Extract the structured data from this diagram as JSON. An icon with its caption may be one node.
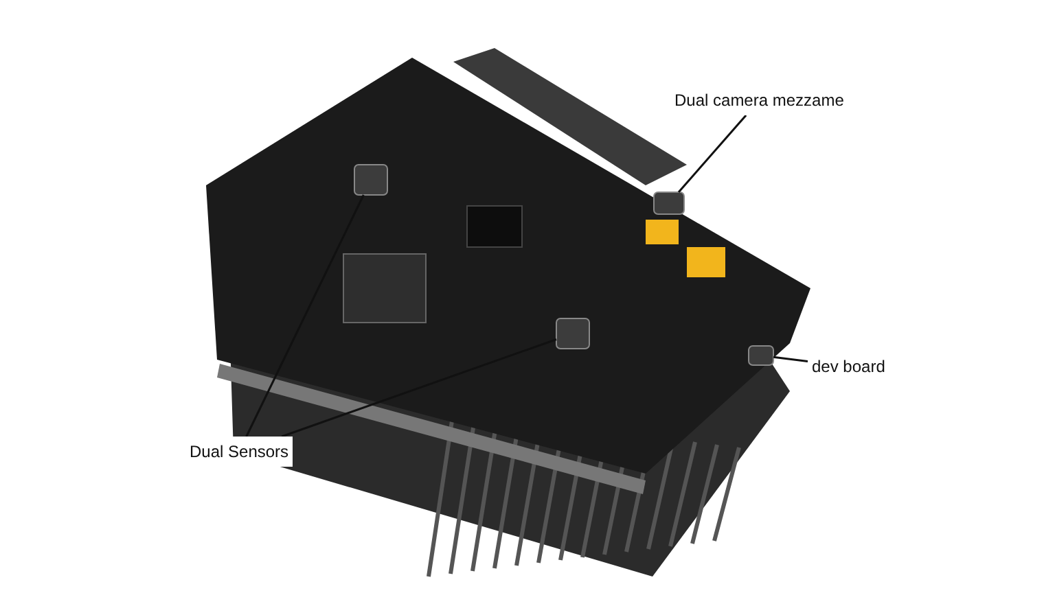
{
  "diagram": {
    "nodes": [
      {
        "text": [],
        "shape": "picture"
      },
      {
        "text": [
          "Dual camera mezzame"
        ]
      },
      {
        "text": [],
        "shape": "box",
        "in": 0
      },
      {
        "text": [
          "dev board"
        ]
      },
      {
        "text": [],
        "shape": "box",
        "in": 0
      },
      {
        "text": [
          "Dual Sensors"
        ]
      },
      {
        "text": [],
        "shape": "box",
        "in": 0
      },
      {
        "text": [],
        "shape": "box",
        "in": 0
      }
    ],
    "edges": [
      {
        "from": 1,
        "to": 2,
        "arrow": "none"
      },
      {
        "from": 3,
        "to": 4,
        "arrow": "none"
      },
      {
        "from": 5,
        "to": 6,
        "arrow": "none"
      },
      {
        "from": 5,
        "to": 7,
        "arrow": "none"
      }
    ]
  }
}
